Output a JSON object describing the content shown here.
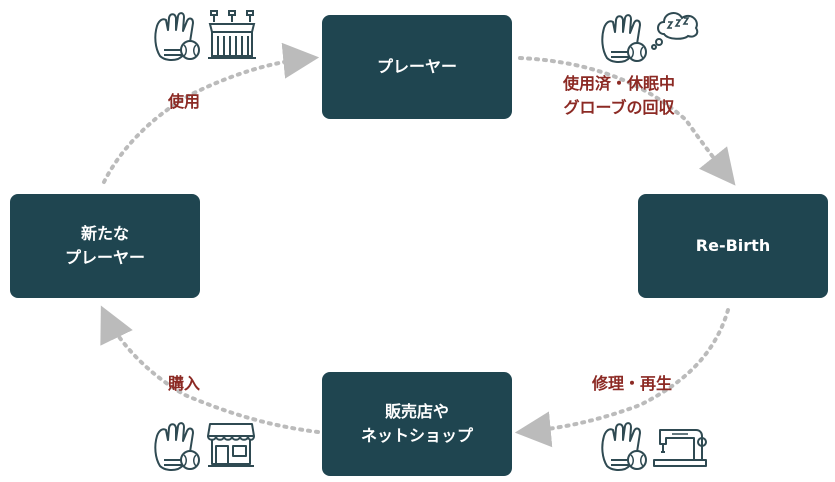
{
  "nodes": {
    "player": "プレーヤー",
    "rebirth": "Re-Birth",
    "shop": "販売店や\nネットショップ",
    "new_player": "新たな\nプレーヤー"
  },
  "edge_labels": {
    "player_to_rebirth": "使用済・休眠中\nグローブの回収",
    "rebirth_to_shop": "修理・再生",
    "shop_to_new_player": "購入",
    "new_player_to_player": "使用"
  },
  "icons": {
    "top_left": [
      "baseball-glove-icon",
      "stadium-icon"
    ],
    "top_right": [
      "baseball-glove-icon",
      "sleep-zzz-icon"
    ],
    "bottom_right": [
      "baseball-glove-icon",
      "sewing-machine-icon"
    ],
    "bottom_left": [
      "baseball-glove-icon",
      "storefront-icon"
    ]
  },
  "colors": {
    "node_fill": "#1f4550",
    "node_text": "#ffffff",
    "label_text": "#8c2a24",
    "arrow": "#bbbbbb",
    "icon_stroke": "#2f4a52"
  }
}
